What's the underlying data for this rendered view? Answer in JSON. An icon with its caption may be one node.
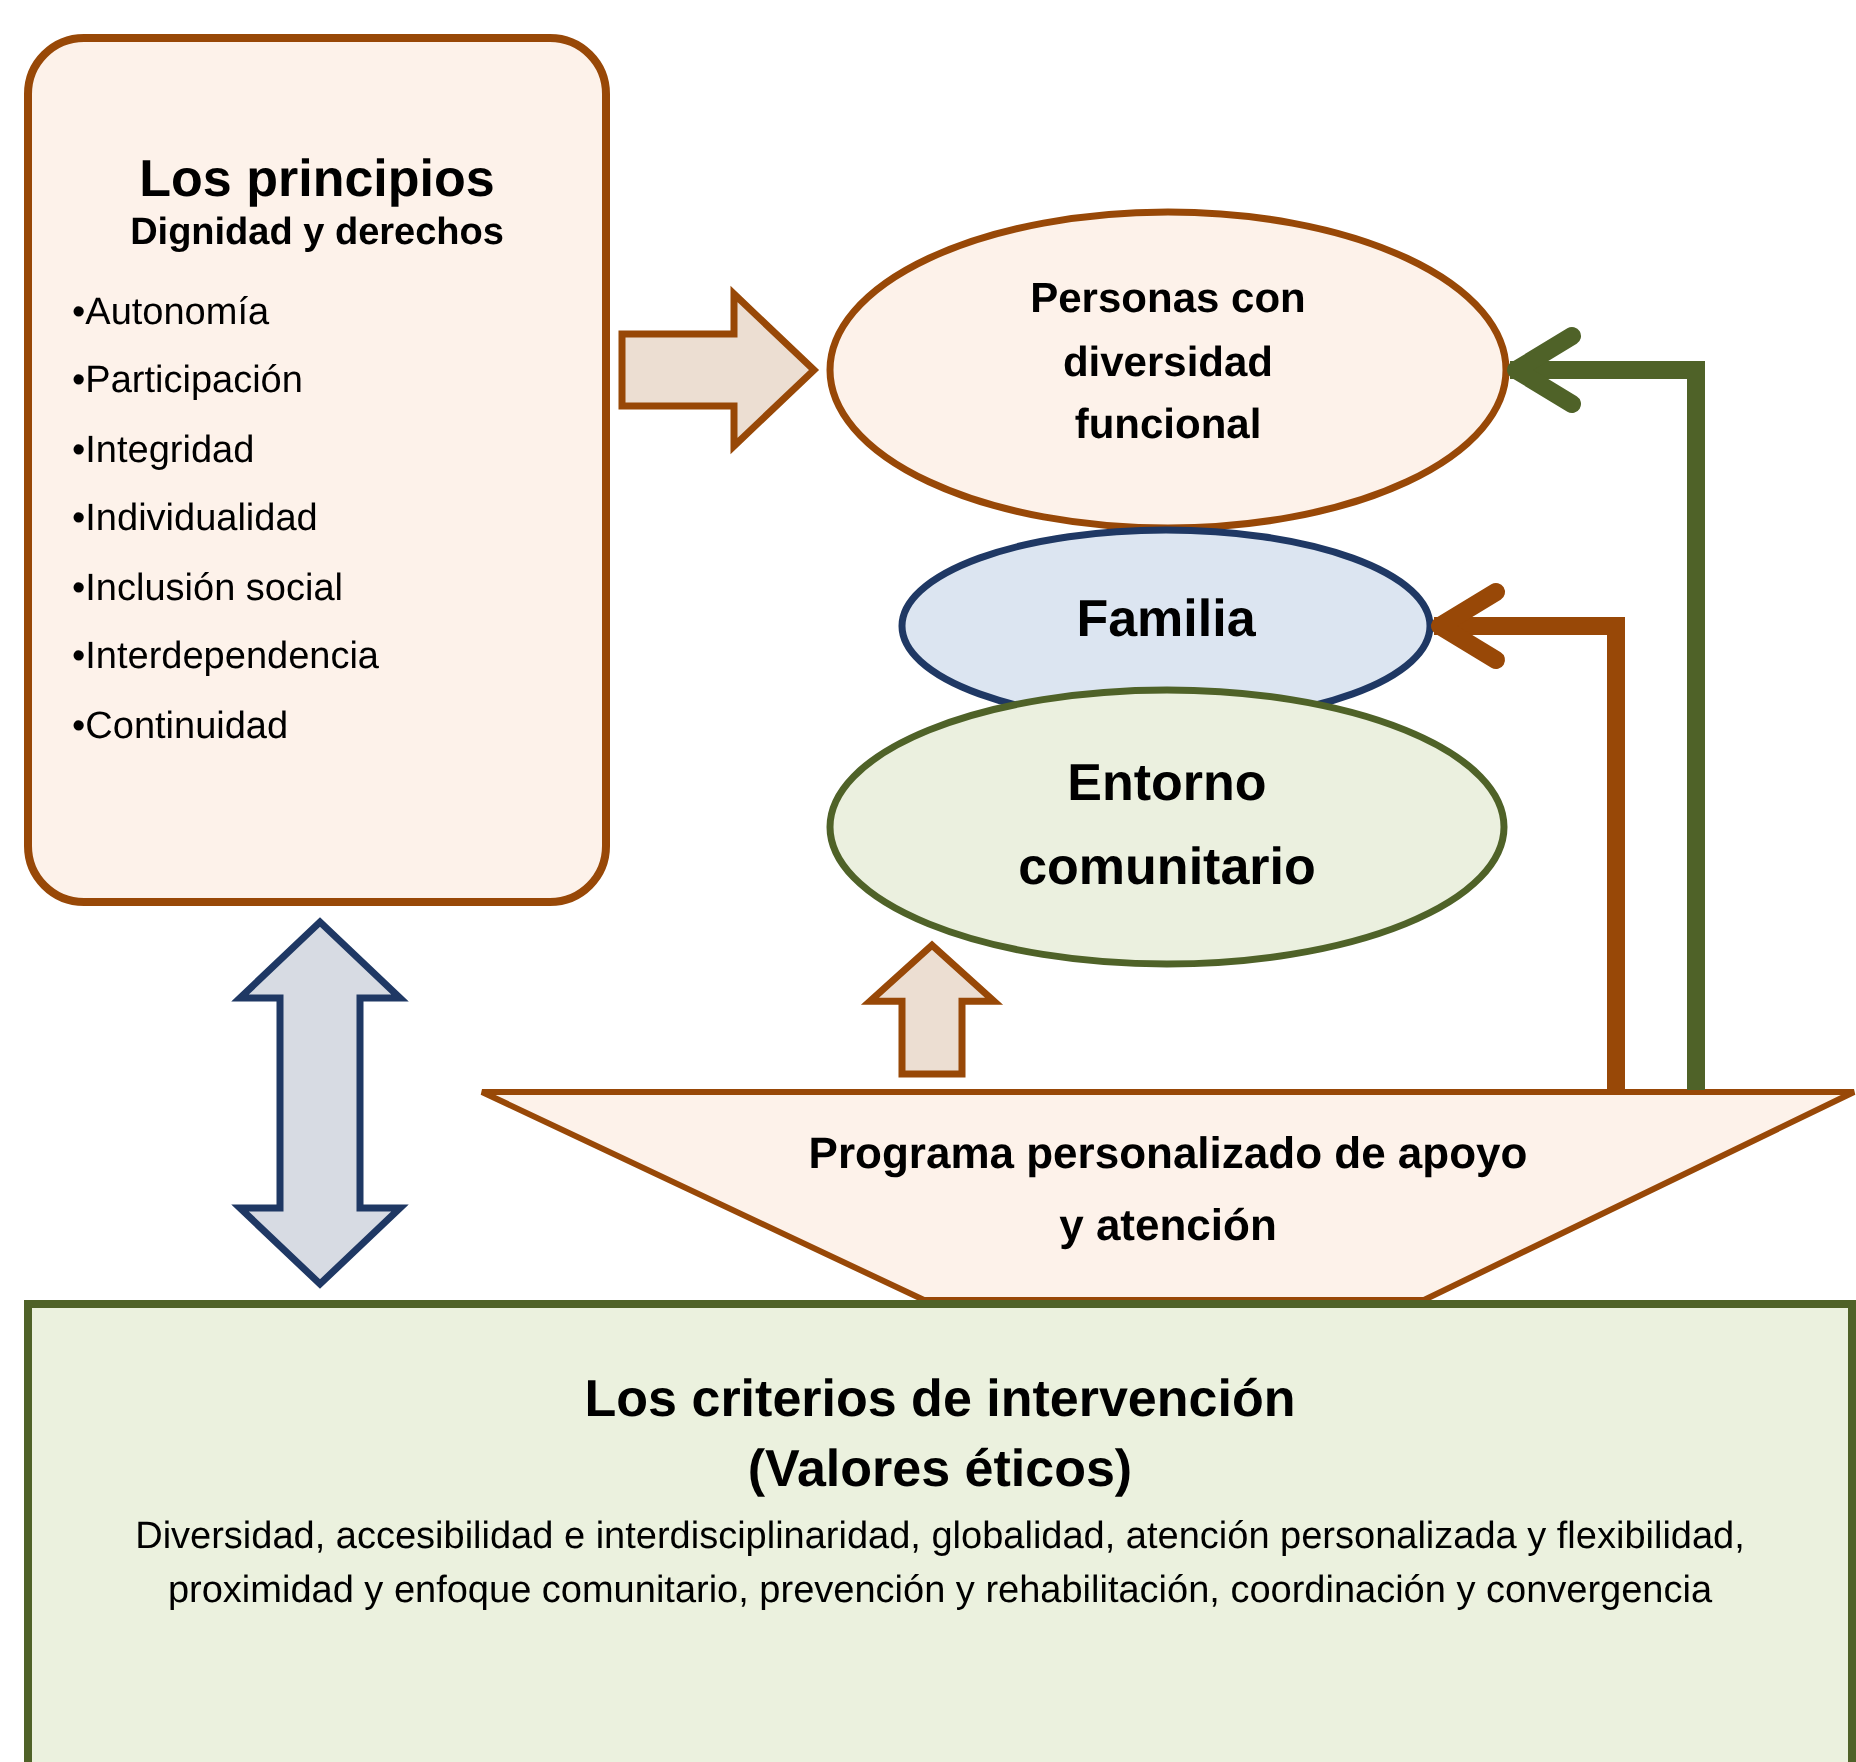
{
  "diagram": {
    "nodes": [
      {
        "text": [
          "Los principios",
          "Dignidad y derechos",
          "•Autonomía",
          "•Participación",
          "•Integridad",
          "•Individualidad",
          "•Inclusión social",
          "•Interdependencia",
          "•Continuidad"
        ]
      },
      {
        "text": [
          "Personas con diversidad funcional"
        ]
      },
      {
        "text": [
          "Familia"
        ]
      },
      {
        "text": [
          "Entorno comunitario"
        ]
      },
      {
        "text": [
          "Programa personalizado de apoyo y atención"
        ]
      },
      {
        "text": [
          "Los criterios de intervención",
          "(Valores éticos)",
          "Diversidad, accesibilidad e interdisciplinaridad, globalidad, atención personalizada y flexibilidad, proximidad y enfoque comunitario, prevención y rehabilitación, coordinación y convergencia"
        ]
      }
    ],
    "edges": [
      {
        "from": 0,
        "to": 1,
        "arrow": "to",
        "style": "thick"
      },
      {
        "from": 0,
        "to": 5,
        "arrow": "both",
        "style": "thick",
        "color": "#1f3864"
      },
      {
        "from": 4,
        "to": 3,
        "arrow": "to",
        "style": "thick"
      },
      {
        "from": 4,
        "to": 1,
        "arrow": "to",
        "color": "#4f6228"
      },
      {
        "from": 4,
        "to": 2,
        "arrow": "to"
      }
    ]
  }
}
